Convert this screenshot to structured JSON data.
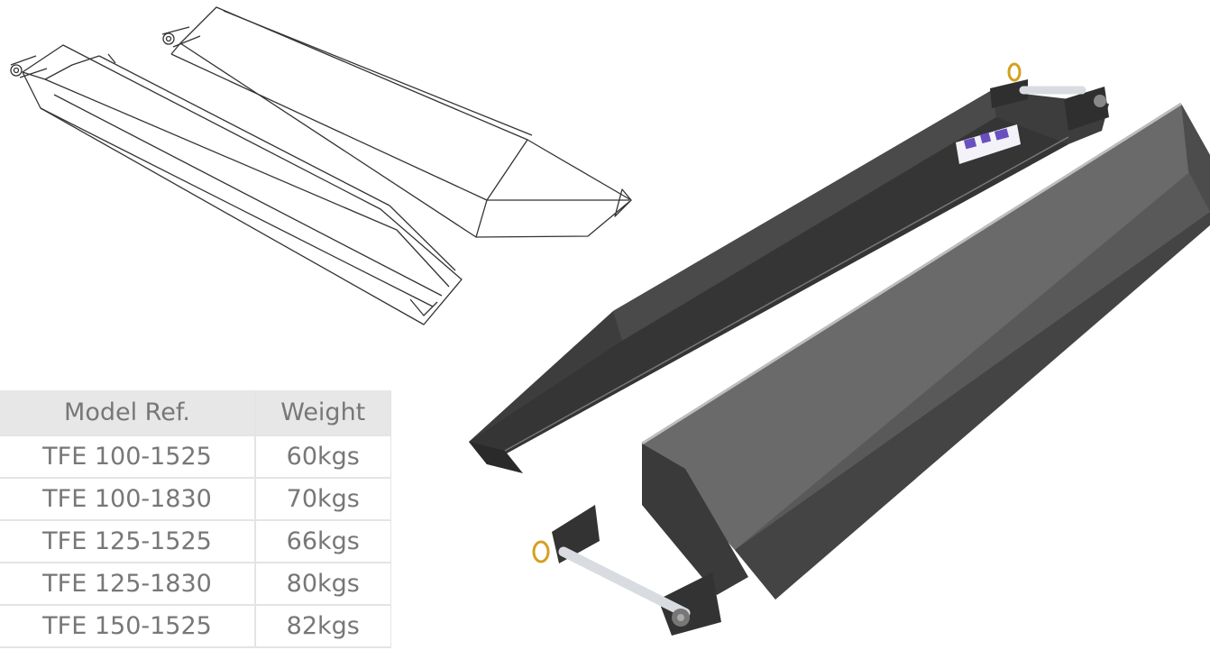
{
  "table": {
    "headers": [
      "Model Ref.",
      "Weight"
    ],
    "rows": [
      [
        "TFE 100-1525",
        "60kgs"
      ],
      [
        "TFE 100-1830",
        "70kgs"
      ],
      [
        "TFE 125-1525",
        "66kgs"
      ],
      [
        "TFE 125-1830",
        "80kgs"
      ],
      [
        "TFE 150-1525",
        "82kgs"
      ]
    ]
  },
  "colors": {
    "sleeve_dark": "#3a3a3a",
    "sleeve_mid": "#5a5a5a",
    "sleeve_light": "#6e6e6e",
    "pin_steel": "#d8dce0",
    "ring_gold": "#d4a020",
    "label_purple": "#6a4fc0",
    "line_art": "#333333",
    "table_text": "#777777"
  }
}
